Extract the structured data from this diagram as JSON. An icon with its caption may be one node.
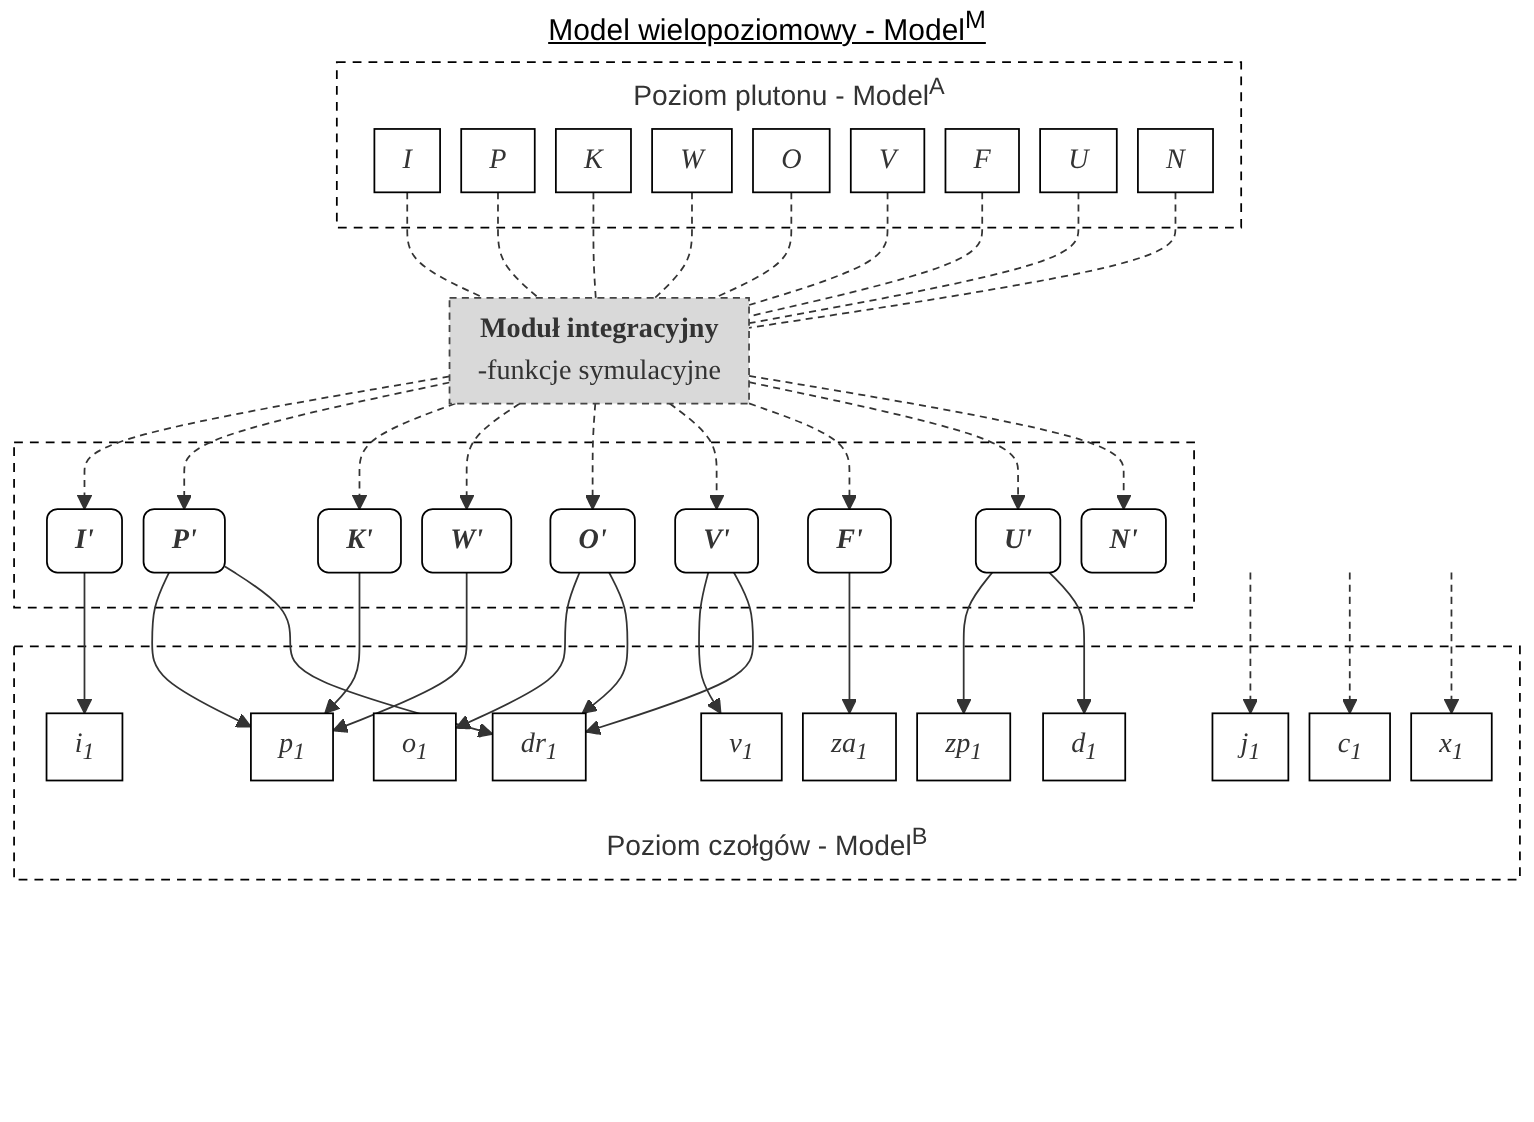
{
  "diagram": {
    "title": "Model wielopoziomowy - Model$^{M}$",
    "nodes": [
      {
        "text": [
          "Poziom plutonu - Model$^{A}$"
        ]
      },
      {
        "text": [
          "I"
        ],
        "in": 0
      },
      {
        "text": [
          "P"
        ],
        "in": 0
      },
      {
        "text": [
          "K"
        ],
        "in": 0
      },
      {
        "text": [
          "W"
        ],
        "in": 0
      },
      {
        "text": [
          "O"
        ],
        "in": 0
      },
      {
        "text": [
          "V"
        ],
        "in": 0
      },
      {
        "text": [
          "F"
        ],
        "in": 0
      },
      {
        "text": [
          "U"
        ],
        "in": 0
      },
      {
        "text": [
          "N"
        ],
        "in": 0
      },
      {
        "text": [
          "Moduł integracyjny",
          "-funkcje symulacyjne"
        ]
      },
      {
        "text": [],
        "shape": "box"
      },
      {
        "text": [
          "I'"
        ],
        "in": 11
      },
      {
        "text": [
          "P'"
        ],
        "in": 11
      },
      {
        "text": [
          "K'"
        ],
        "in": 11
      },
      {
        "text": [
          "W'"
        ],
        "in": 11
      },
      {
        "text": [
          "O'"
        ],
        "in": 11
      },
      {
        "text": [
          "V'"
        ],
        "in": 11
      },
      {
        "text": [
          "F'"
        ],
        "in": 11
      },
      {
        "text": [
          "U'"
        ],
        "in": 11
      },
      {
        "text": [
          "N'"
        ],
        "in": 11
      },
      {
        "text": [
          "Poziom czołgów - Model$^{B}$"
        ]
      },
      {
        "text": [
          "i$_{1}$"
        ],
        "in": 21
      },
      {
        "text": [
          "j$_{1}$"
        ],
        "in": 21
      },
      {
        "text": [
          "p$_{1}$"
        ],
        "in": 21
      },
      {
        "text": [
          "o$_{1}$"
        ],
        "in": 21
      },
      {
        "text": [
          "v$_{1}$"
        ],
        "in": 21
      },
      {
        "text": [
          "dr$_{1}$"
        ],
        "in": 21
      },
      {
        "text": [
          "zp$_{1}$"
        ],
        "in": 21
      },
      {
        "text": [
          "za$_{1}$"
        ],
        "in": 21
      },
      {
        "text": [
          "d$_{1}$"
        ],
        "in": 21
      },
      {
        "text": [
          "c$_{1}$"
        ],
        "in": 21
      },
      {
        "text": [
          "x$_{1}$"
        ],
        "in": 21
      }
    ],
    "edges": [
      {
        "from": 1,
        "to": 10,
        "arrow": "none",
        "style": "dashed"
      },
      {
        "from": 2,
        "to": 10,
        "arrow": "none",
        "style": "dashed"
      },
      {
        "from": 3,
        "to": 10,
        "arrow": "none",
        "style": "dashed"
      },
      {
        "from": 4,
        "to": 10,
        "arrow": "none",
        "style": "dashed"
      },
      {
        "from": 5,
        "to": 10,
        "arrow": "none",
        "style": "dashed"
      },
      {
        "from": 6,
        "to": 10,
        "arrow": "none",
        "style": "dashed"
      },
      {
        "from": 7,
        "to": 10,
        "arrow": "none",
        "style": "dashed"
      },
      {
        "from": 8,
        "to": 10,
        "arrow": "none",
        "style": "dashed"
      },
      {
        "from": 9,
        "to": 10,
        "arrow": "none",
        "style": "dashed"
      },
      {
        "from": 10,
        "to": 12,
        "arrow": "to",
        "style": "dashed"
      },
      {
        "from": 10,
        "to": 13,
        "arrow": "to",
        "style": "dashed"
      },
      {
        "from": 10,
        "to": 14,
        "arrow": "to",
        "style": "dashed"
      },
      {
        "from": 10,
        "to": 15,
        "arrow": "to",
        "style": "dashed"
      },
      {
        "from": 10,
        "to": 16,
        "arrow": "to",
        "style": "dashed"
      },
      {
        "from": 10,
        "to": 17,
        "arrow": "to",
        "style": "dashed"
      },
      {
        "from": 10,
        "to": 18,
        "arrow": "to",
        "style": "dashed"
      },
      {
        "from": 10,
        "to": 19,
        "arrow": "to",
        "style": "dashed"
      },
      {
        "from": 10,
        "to": 20,
        "arrow": "to",
        "style": "dashed"
      },
      {
        "from": 12,
        "to": 22,
        "arrow": "to"
      },
      {
        "from": 13,
        "to": 24,
        "arrow": "to"
      },
      {
        "from": 13,
        "to": 27,
        "arrow": "to"
      },
      {
        "from": 14,
        "to": 24,
        "arrow": "to"
      },
      {
        "from": 15,
        "to": 24,
        "arrow": "to"
      },
      {
        "from": 16,
        "to": 25,
        "arrow": "to"
      },
      {
        "from": 16,
        "to": 27,
        "arrow": "to"
      },
      {
        "from": 17,
        "to": 26,
        "arrow": "to"
      },
      {
        "from": 17,
        "to": 27,
        "arrow": "to"
      },
      {
        "from": 18,
        "to": 29,
        "arrow": "to"
      },
      {
        "from": 19,
        "to": 28,
        "arrow": "to"
      },
      {
        "from": 19,
        "to": 30,
        "arrow": "to"
      },
      {
        "from": null,
        "to": 23,
        "arrow": "to",
        "style": "dashed"
      },
      {
        "from": null,
        "to": 31,
        "arrow": "to",
        "style": "dashed"
      },
      {
        "from": null,
        "to": 32,
        "arrow": "to",
        "style": "dashed"
      }
    ]
  }
}
